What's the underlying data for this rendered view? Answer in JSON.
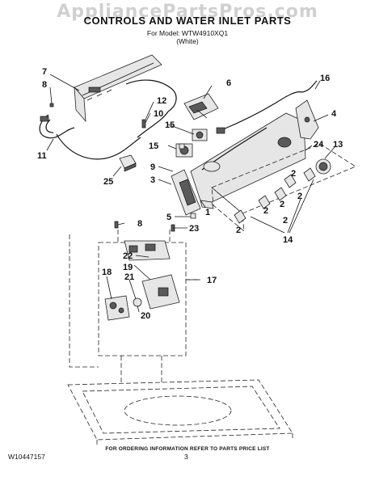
{
  "document": {
    "watermark": "AppliancePartsPros.com",
    "title": "CONTROLS AND WATER INLET PARTS",
    "model_line": "For Model: WTW4910XQ1",
    "color_line": "(White)",
    "ordering_note": "FOR ORDERING INFORMATION REFER TO PARTS PRICE LIST",
    "doc_id": "W10447157",
    "page_number": "3"
  },
  "callouts": [
    "7",
    "8",
    "6",
    "16",
    "4",
    "12",
    "10",
    "11",
    "15",
    "15",
    "13",
    "24",
    "9",
    "3",
    "25",
    "2",
    "2",
    "2",
    "2",
    "2",
    "2",
    "1",
    "5",
    "8",
    "23",
    "14",
    "22",
    "19",
    "17",
    "18",
    "21",
    "20"
  ],
  "colors": {
    "line": "#111111",
    "part_fill": "#e6e6e6",
    "watermark": "#969696"
  }
}
